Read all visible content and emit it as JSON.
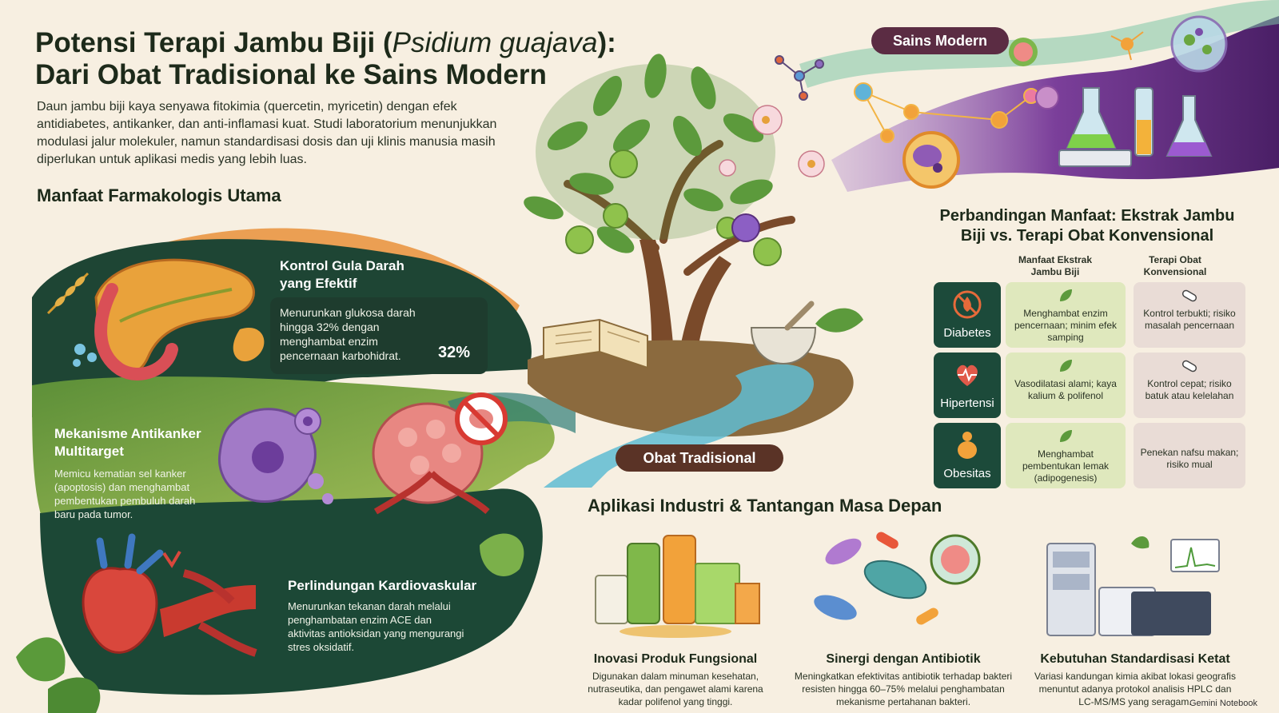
{
  "header": {
    "title_line1_prefix": "Potensi Terapi Jambu Biji (",
    "title_line1_italic": "Psidium guajava",
    "title_line1_suffix": "):",
    "title_line2": "Dari Obat Tradisional ke Sains Modern",
    "intro": "Daun jambu biji kaya senyawa fitokimia (quercetin, myricetin) dengan efek antidiabetes, antikanker, dan anti-inflamasi kuat. Studi laboratorium menunjukkan modulasi jalur molekuler, namun standardisasi dosis dan uji klinis manusia masih diperlukan untuk aplikasi medis yang lebih luas."
  },
  "benefits": {
    "heading": "Manfaat Farmakologis Utama",
    "items": [
      {
        "title": "Kontrol Gula Darah yang Efektif",
        "body": "Menurunkan glukosa darah hingga 32% dengan menghambat enzim pencernaan karbohidrat.",
        "gauge_value": "32%",
        "gauge_fraction": 0.32
      },
      {
        "title": "Mekanisme Antikanker Multitarget",
        "body": "Memicu kematian sel kanker (apoptosis) dan menghambat pembentukan pembuluh darah baru pada tumor."
      },
      {
        "title": "Perlindungan Kardiovaskular",
        "body": "Menurunkan tekanan darah melalui penghambatan enzim ACE dan aktivitas antioksidan yang mengurangi stres oksidatif."
      }
    ]
  },
  "labels": {
    "sains_modern": "Sains Modern",
    "obat_tradisional": "Obat Tradisional"
  },
  "comparison": {
    "title": "Perbandingan Manfaat: Ekstrak Jambu Biji vs. Terapi Obat Konvensional",
    "col_a": "Manfaat Ekstrak Jambu Biji",
    "col_b": "Terapi Obat Konvensional",
    "rows": [
      {
        "condition": "Diabetes",
        "icon": "no-sugar-icon",
        "guava": "Menghambat enzim pencernaan; minim efek samping",
        "conventional": "Kontrol terbukti; risiko masalah pencernaan"
      },
      {
        "condition": "Hipertensi",
        "icon": "heart-pulse-icon",
        "guava": "Vasodilatasi alami; kaya kalium & polifenol",
        "conventional": "Kontrol cepat; risiko batuk atau kelelahan"
      },
      {
        "condition": "Obesitas",
        "icon": "body-icon",
        "guava": "Menghambat pembentukan lemak (adipogenesis)",
        "conventional": "Penekan nafsu makan; risiko mual"
      }
    ]
  },
  "industry": {
    "heading": "Aplikasi Industri & Tantangan Masa Depan",
    "items": [
      {
        "title": "Inovasi Produk Fungsional",
        "body": "Digunakan dalam minuman kesehatan, nutraseutika, dan pengawet alami karena kadar polifenol yang tinggi."
      },
      {
        "title": "Sinergi dengan Antibiotik",
        "body": "Meningkatkan efektivitas antibiotik terhadap bakteri resisten hingga 60–75% melalui penghambatan mekanisme pertahanan bakteri."
      },
      {
        "title": "Kebutuhan Standardisasi Ketat",
        "body": "Variasi kandungan kimia akibat lokasi geografis menuntut adanya protokol analisis HPLC dan LC-MS/MS yang seragam."
      }
    ]
  },
  "footer": {
    "watermark": "Gemini Notebook"
  },
  "colors": {
    "background": "#f7efe1",
    "panel_dark": "#1e4a38",
    "panel_light": "#6d9a3a",
    "sains_pill": "#5b2c43",
    "obat_pill": "#5a3326",
    "cell_green": "#dfe8bd",
    "cell_pink": "#e9dcd6",
    "condition_cell": "#1c4a3a"
  }
}
